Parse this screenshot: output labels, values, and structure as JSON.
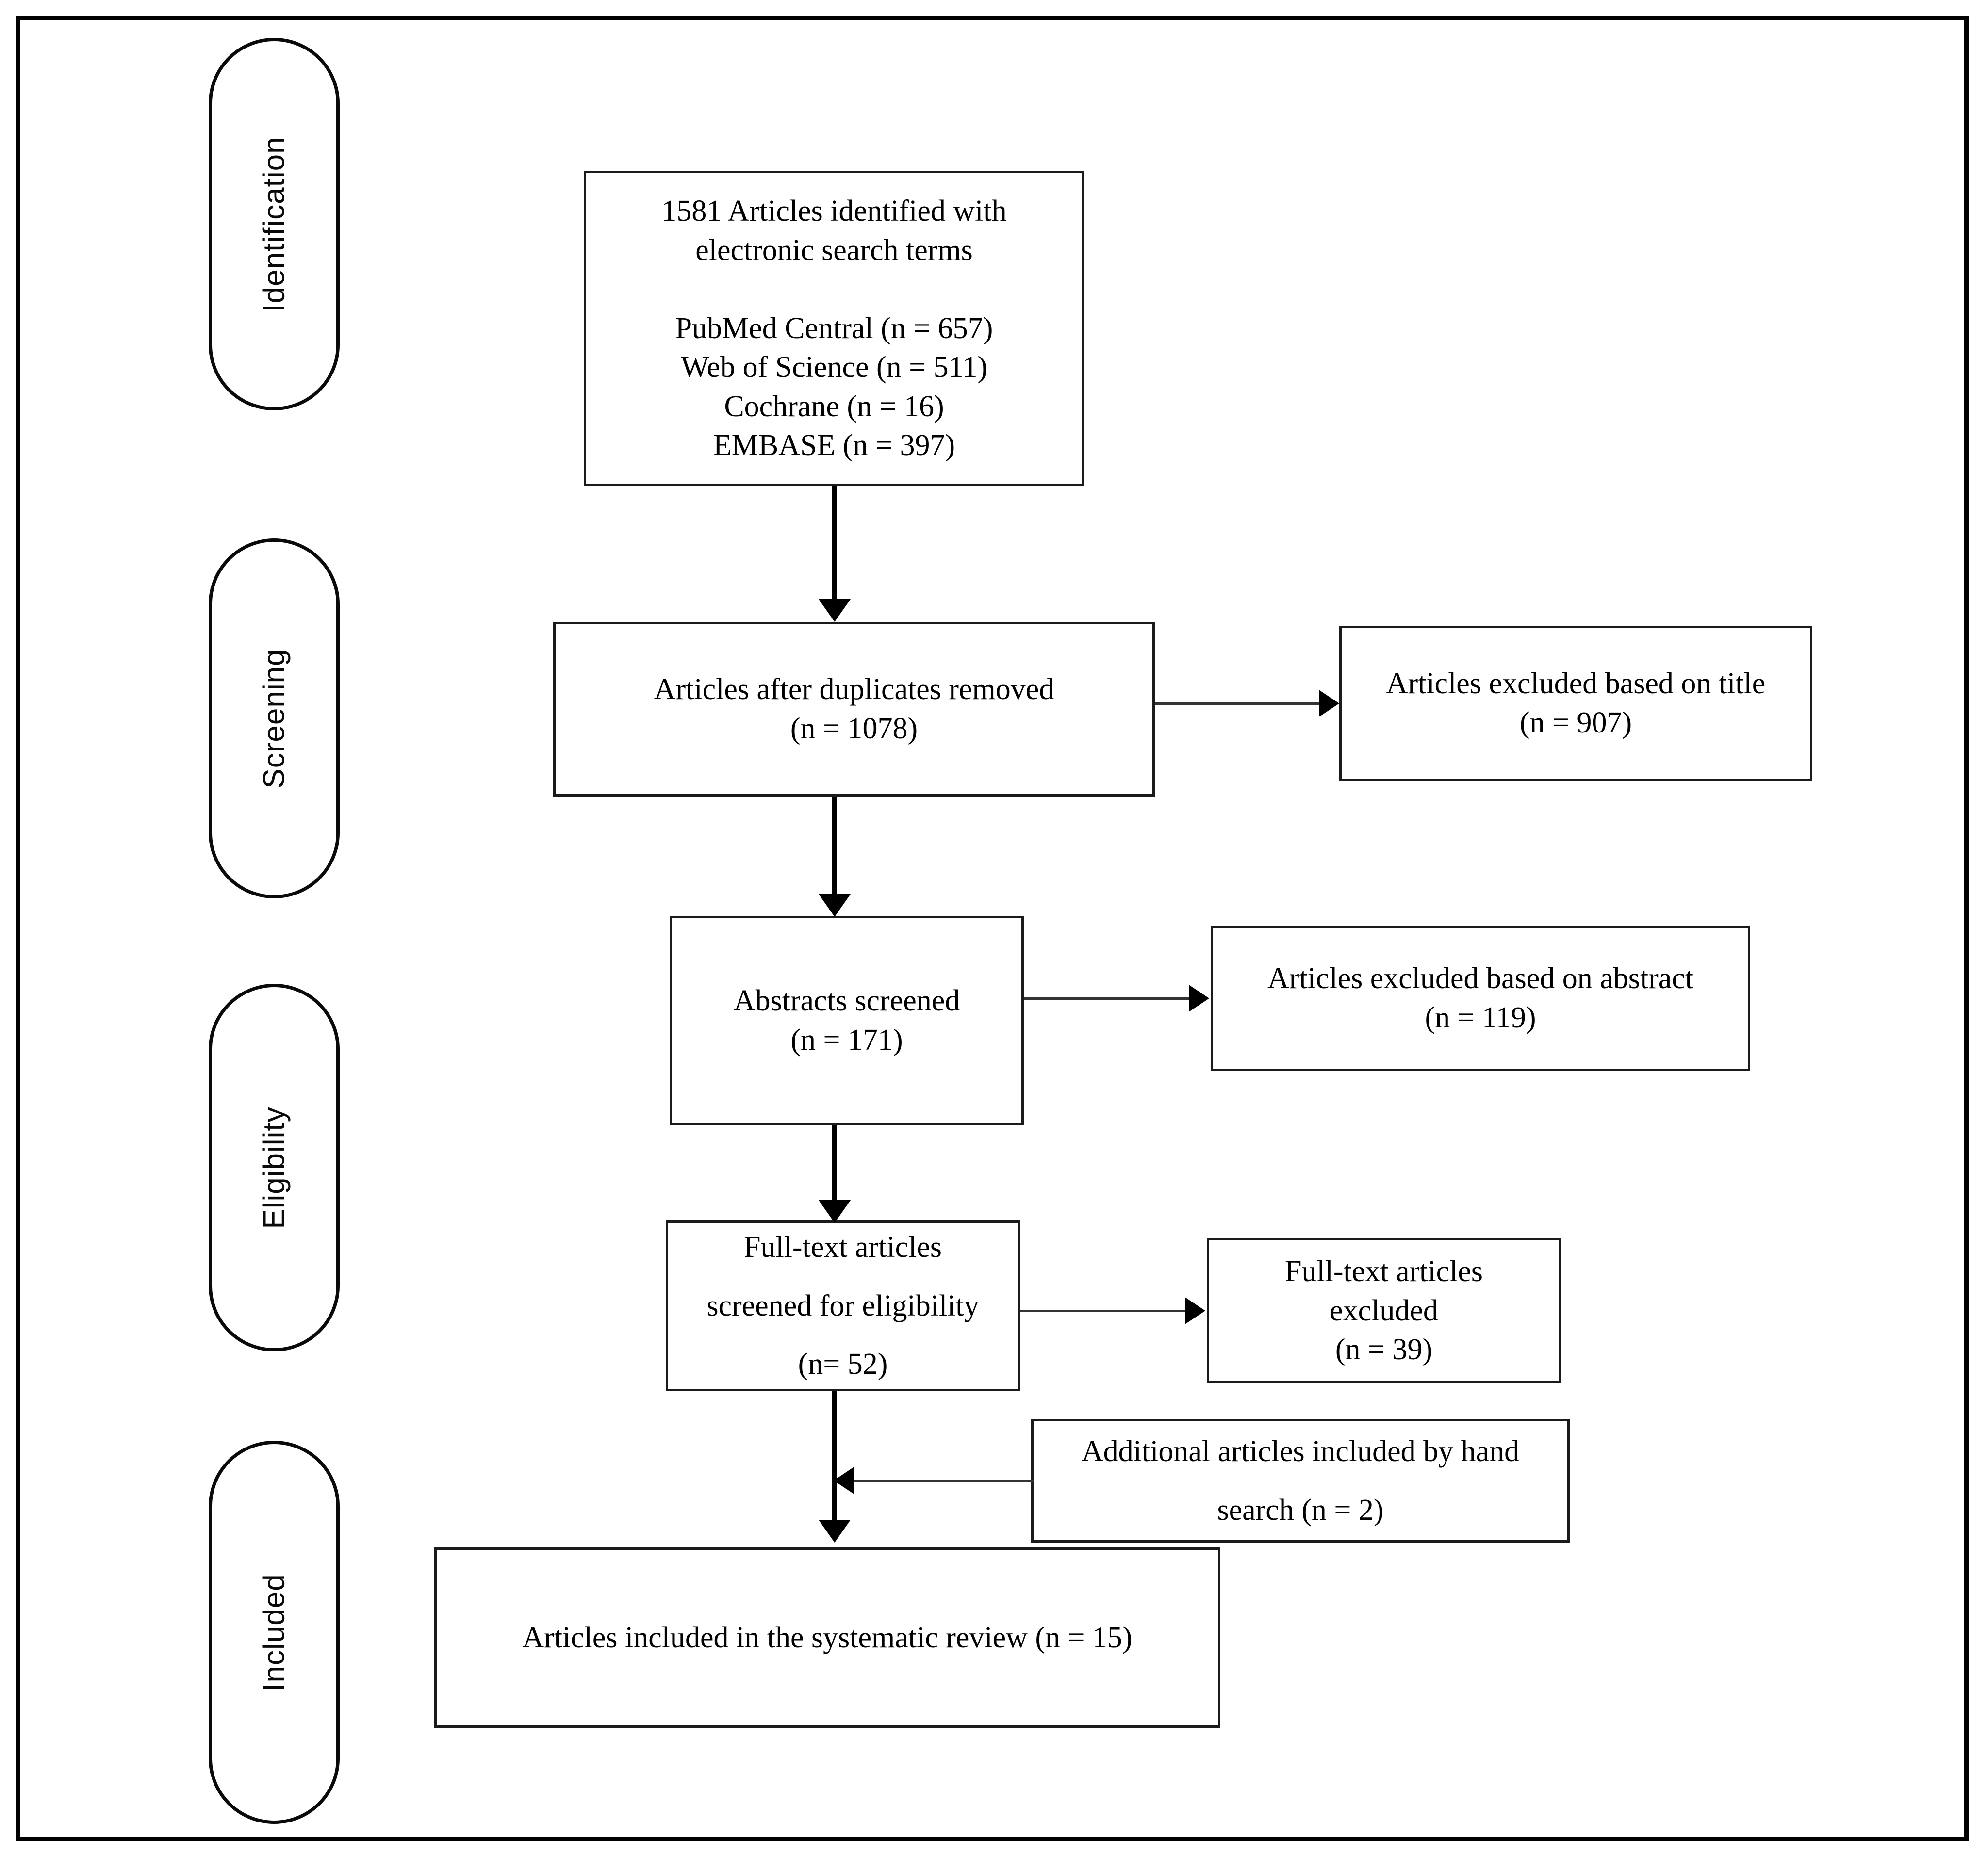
{
  "figure": {
    "type": "prisma-flow-diagram",
    "title": "PRISMA systematic review flow diagram"
  },
  "stages": [
    {
      "id": "identification",
      "label": "Identification"
    },
    {
      "id": "screening",
      "label": "Screening"
    },
    {
      "id": "eligibility",
      "label": "Eligibility"
    },
    {
      "id": "included",
      "label": "Included"
    }
  ],
  "boxes": {
    "identified": {
      "text": "1581 Articles identified with\nelectronic search terms\n\nPubMed Central (n = 657)\nWeb of Science (n = 511)\nCochrane (n = 16)\nEMBASE (n = 397)"
    },
    "duplicates_removed": {
      "text": "Articles after duplicates removed\n(n = 1078)"
    },
    "excluded_title": {
      "text": "Articles excluded based on title\n(n = 907)"
    },
    "abstracts_screened": {
      "text": "Abstracts screened\n(n = 171)"
    },
    "excluded_abstract": {
      "text": "Articles excluded based on abstract\n(n = 119)"
    },
    "fulltext_screened": {
      "text": "Full-text articles\nscreened for eligibility\n(n= 52)"
    },
    "fulltext_excluded": {
      "text": "Full-text articles\nexcluded\n(n = 39)"
    },
    "hand_search": {
      "text": "Additional articles included by hand\nsearch (n = 2)"
    },
    "included_final": {
      "text": "Articles included in the systematic review (n = 15)"
    }
  },
  "chart_data": {
    "type": "diagram",
    "title": "PRISMA flow diagram",
    "nodes": [
      {
        "id": "identified",
        "stage": "Identification",
        "label": "1581 Articles identified with electronic search terms",
        "n": 1581,
        "sources": [
          {
            "name": "PubMed Central",
            "n": 657
          },
          {
            "name": "Web of Science",
            "n": 511
          },
          {
            "name": "Cochrane",
            "n": 16
          },
          {
            "name": "EMBASE",
            "n": 397
          }
        ]
      },
      {
        "id": "duplicates_removed",
        "stage": "Screening",
        "label": "Articles after duplicates removed",
        "n": 1078
      },
      {
        "id": "excluded_title",
        "stage": "Screening",
        "label": "Articles excluded based on title",
        "n": 907
      },
      {
        "id": "abstracts_screened",
        "stage": "Screening",
        "label": "Abstracts screened",
        "n": 171
      },
      {
        "id": "excluded_abstract",
        "stage": "Screening",
        "label": "Articles excluded based on abstract",
        "n": 119
      },
      {
        "id": "fulltext_screened",
        "stage": "Eligibility",
        "label": "Full-text articles screened for eligibility",
        "n": 52
      },
      {
        "id": "fulltext_excluded",
        "stage": "Eligibility",
        "label": "Full-text articles excluded",
        "n": 39
      },
      {
        "id": "hand_search",
        "stage": "Eligibility",
        "label": "Additional articles included by hand search",
        "n": 2
      },
      {
        "id": "included_final",
        "stage": "Included",
        "label": "Articles included in the systematic review",
        "n": 15
      }
    ],
    "edges": [
      {
        "from": "identified",
        "to": "duplicates_removed",
        "direction": "down"
      },
      {
        "from": "duplicates_removed",
        "to": "excluded_title",
        "direction": "right"
      },
      {
        "from": "duplicates_removed",
        "to": "abstracts_screened",
        "direction": "down"
      },
      {
        "from": "abstracts_screened",
        "to": "excluded_abstract",
        "direction": "right"
      },
      {
        "from": "abstracts_screened",
        "to": "fulltext_screened",
        "direction": "down"
      },
      {
        "from": "fulltext_screened",
        "to": "fulltext_excluded",
        "direction": "right"
      },
      {
        "from": "hand_search",
        "to": "included_final",
        "direction": "left"
      },
      {
        "from": "fulltext_screened",
        "to": "included_final",
        "direction": "down"
      }
    ]
  }
}
